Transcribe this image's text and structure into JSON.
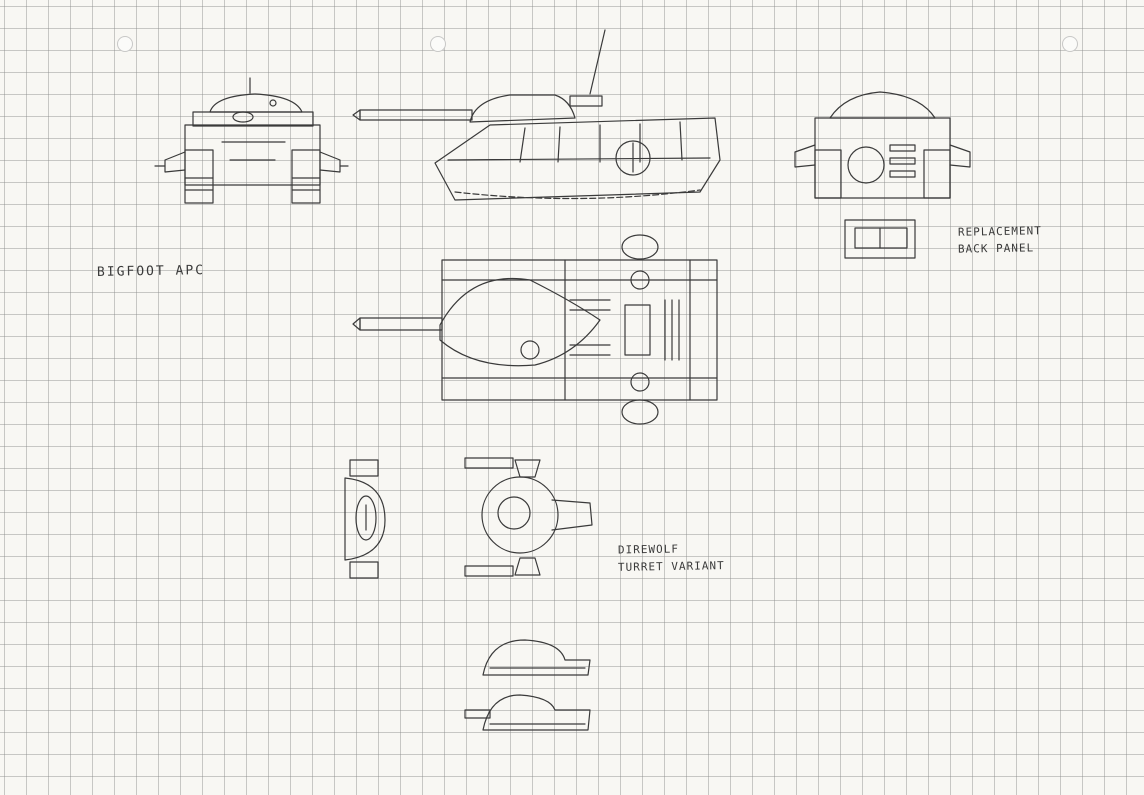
{
  "sheet": {
    "drawing": "hand-drawn pencil orthographic sketch on grid paper",
    "ink_color": "#3a3a3a",
    "paper_color": "#f8f7f3"
  },
  "labels": {
    "vehicle_name": "BIGFOOT APC",
    "back_panel_line1": "REPLACEMENT",
    "back_panel_line2": "BACK PANEL",
    "turret_line1": "DIREWOLF",
    "turret_line2": "TURRET VARIANT"
  }
}
